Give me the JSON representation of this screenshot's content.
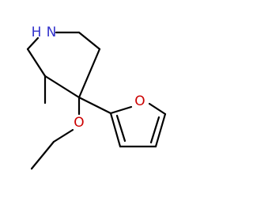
{
  "molecule": {
    "atoms": {
      "n1": {
        "symbol": "N",
        "label": "N",
        "color": "#3333cc"
      },
      "h1": {
        "symbol": "H",
        "label": "H",
        "color": "#3333cc"
      },
      "o_furan": {
        "symbol": "O",
        "label": "O",
        "color": "#cc0000"
      },
      "o_ether": {
        "symbol": "O",
        "label": "O",
        "color": "#cc0000"
      }
    }
  },
  "colors": {
    "bond": "#000000",
    "nitrogen": "#3333cc",
    "oxygen": "#cc0000",
    "background": "#ffffff"
  }
}
